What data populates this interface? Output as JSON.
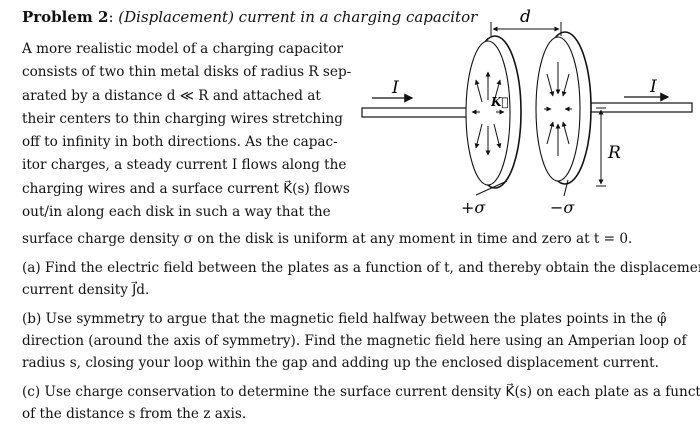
{
  "title": {
    "label": "Problem 2",
    "sep": ": ",
    "subtitle": "(Displacement) current in a charging capacitor"
  },
  "intro_lines": [
    "A more realistic model of a charging capacitor",
    "consists of two thin metal disks of radius R sep-",
    "arated by a distance d ≪ R and attached at",
    "their centers to thin charging wires stretching",
    "off to infinity in both directions. As the capac-",
    "itor charges, a steady current I flows along the",
    "charging wires and a surface current K⃗(s) flows",
    "out/in along each disk in such a way that the"
  ],
  "intro_last": "surface charge density σ on the disk is uniform at any moment in time and zero at t = 0.",
  "part_a": [
    "(a) Find the electric field between the plates as a function of t, and thereby obtain the displacement",
    "current density J⃗d."
  ],
  "part_b": [
    "(b) Use symmetry to argue that the magnetic field halfway between the plates points in the φ̂",
    "direction (around the axis of symmetry). Find the magnetic field here using an Amperian loop of",
    "radius s, closing your loop within the gap and adding up the enclosed displacement current."
  ],
  "part_c": [
    "(c) Use charge conservation to determine the surface current density K⃗(s) on each plate as a function",
    "of the distance s from the z axis."
  ],
  "figure": {
    "label_d": "d",
    "label_I_left": "I",
    "label_I_right": "I",
    "label_K": "K⃗",
    "label_R": "R",
    "label_plus_sigma": "+σ",
    "label_minus_sigma": "−σ"
  }
}
